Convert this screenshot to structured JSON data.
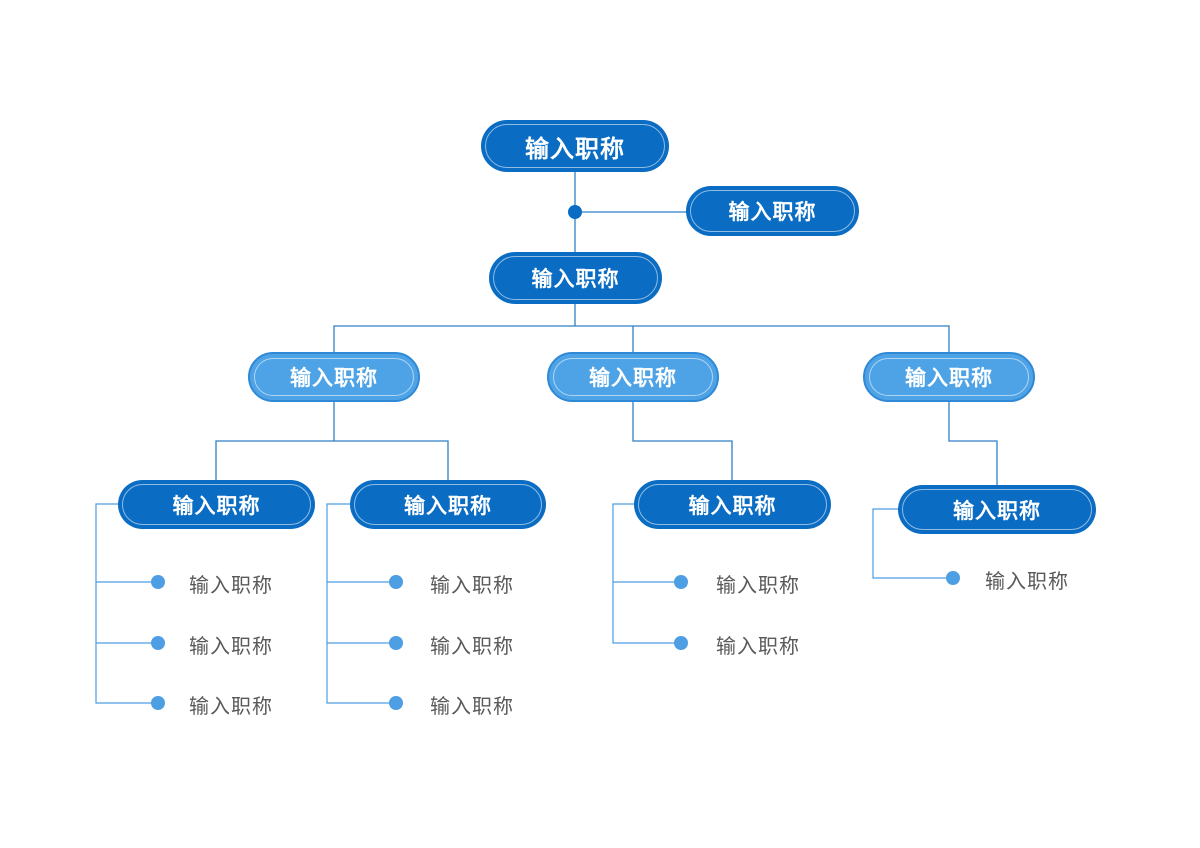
{
  "colors": {
    "dark_node": "#0a6cc3",
    "light_node": "#4ea3e6",
    "connector": "#2f7fc6",
    "leaf_dot": "#4e9ee3",
    "leaf_text": "#595959"
  },
  "root": {
    "label": "输入职称"
  },
  "assistant": {
    "label": "输入职称"
  },
  "second": {
    "label": "输入职称"
  },
  "departments": [
    {
      "label": "输入职称",
      "teams": [
        {
          "label": "输入职称",
          "items": [
            "输入职称",
            "输入职称",
            "输入职称"
          ]
        },
        {
          "label": "输入职称",
          "items": [
            "输入职称",
            "输入职称",
            "输入职称"
          ]
        }
      ]
    },
    {
      "label": "输入职称",
      "teams": [
        {
          "label": "输入职称",
          "items": [
            "输入职称",
            "输入职称"
          ]
        }
      ]
    },
    {
      "label": "输入职称",
      "teams": [
        {
          "label": "输入职称",
          "items": [
            "输入职称"
          ]
        }
      ]
    }
  ]
}
